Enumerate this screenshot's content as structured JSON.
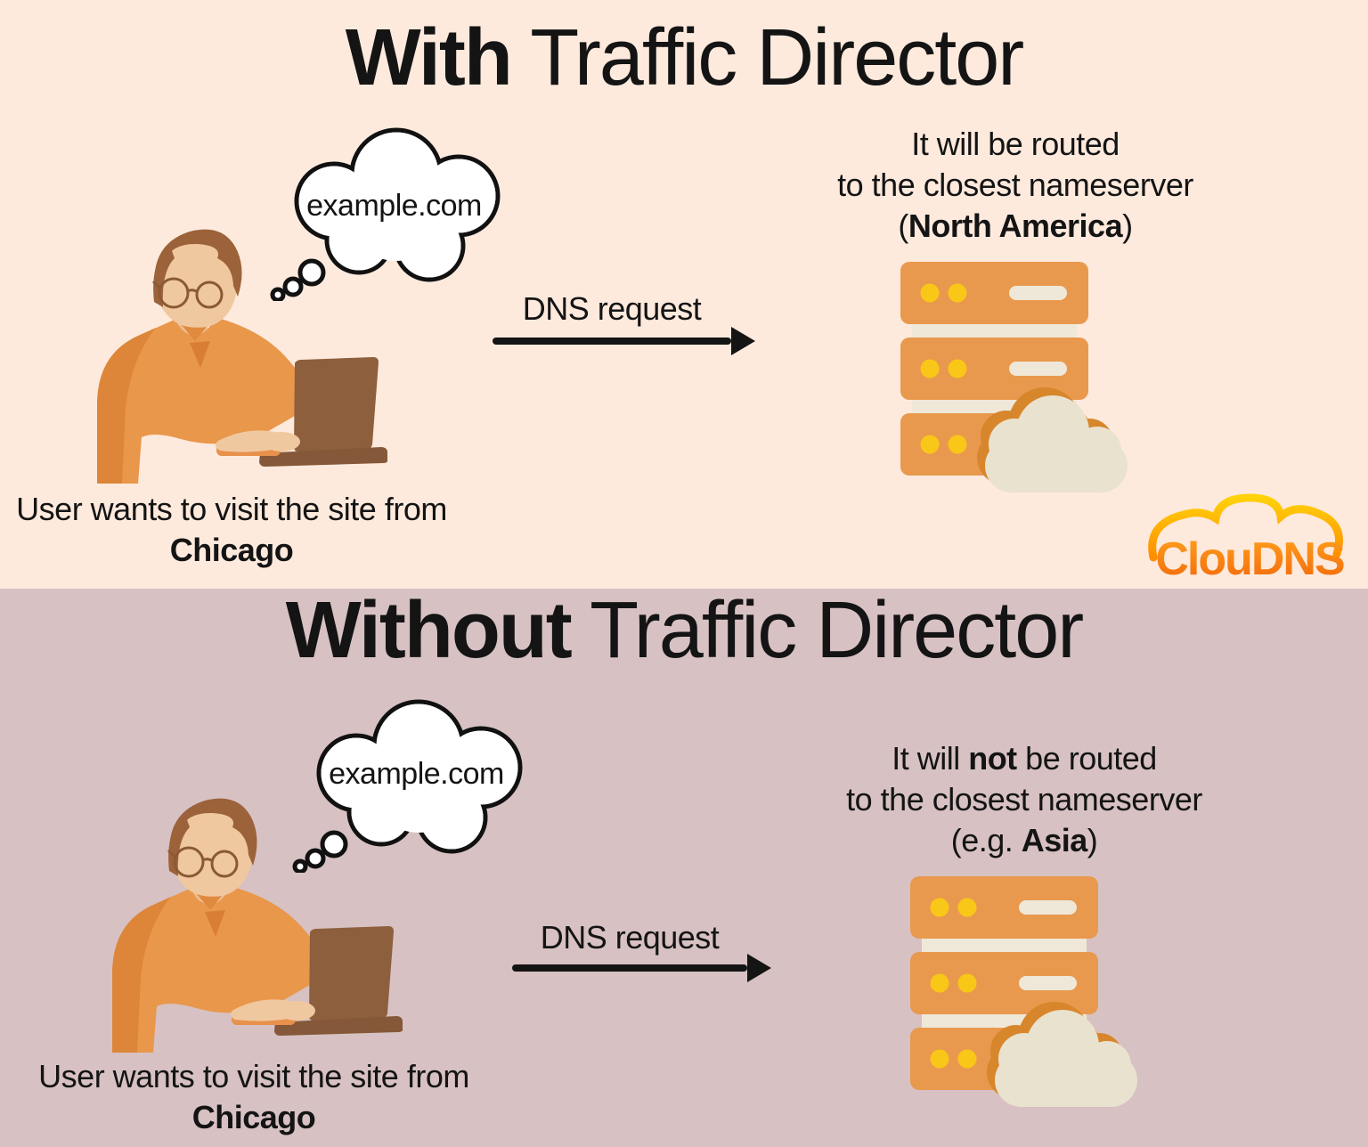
{
  "logo": {
    "text": "ClouDNS"
  },
  "colors": {
    "top_background": "#fdeadd",
    "bottom_background": "#d7c1c3",
    "text": "#141414",
    "server_orange": "#e9994d",
    "server_slot_cream": "#efe8d9",
    "server_dot_yellow": "#f9c717",
    "cloud_cream": "#e9e2cf",
    "cloud_shadow_orange": "#d8862c",
    "shirt_orange": "#e9974b",
    "shirt_dark_orange": "#dd8639",
    "skin": "#f0c8a0",
    "hair_brown": "#9c6239",
    "laptop_brown": "#8d5f3d",
    "logo_orange": "#f4760d",
    "logo_yellow": "#ffd20a"
  },
  "sections": {
    "top": {
      "title": {
        "bold": "With",
        "rest": " Traffic Director"
      },
      "thought": "example.com",
      "dns_label": "DNS request",
      "route": {
        "l1_pre": "It will be routed",
        "l1_bold": "",
        "l1_post": "",
        "l2": "to the closest nameserver",
        "l3_pre": "(",
        "l3_bold": "North America",
        "l3_post": ")"
      },
      "user_l1": "User wants to visit the site from",
      "user_l2": "Chicago"
    },
    "bottom": {
      "title": {
        "bold": "Without",
        "rest": " Traffic Director"
      },
      "thought": "example.com",
      "dns_label": "DNS request",
      "route": {
        "l1_pre": "It will ",
        "l1_bold": "not",
        "l1_post": " be routed",
        "l2": "to the closest nameserver",
        "l3_pre": "(e.g. ",
        "l3_bold": "Asia",
        "l3_post": ")"
      },
      "user_l1": "User wants to visit the site from",
      "user_l2": "Chicago"
    }
  }
}
